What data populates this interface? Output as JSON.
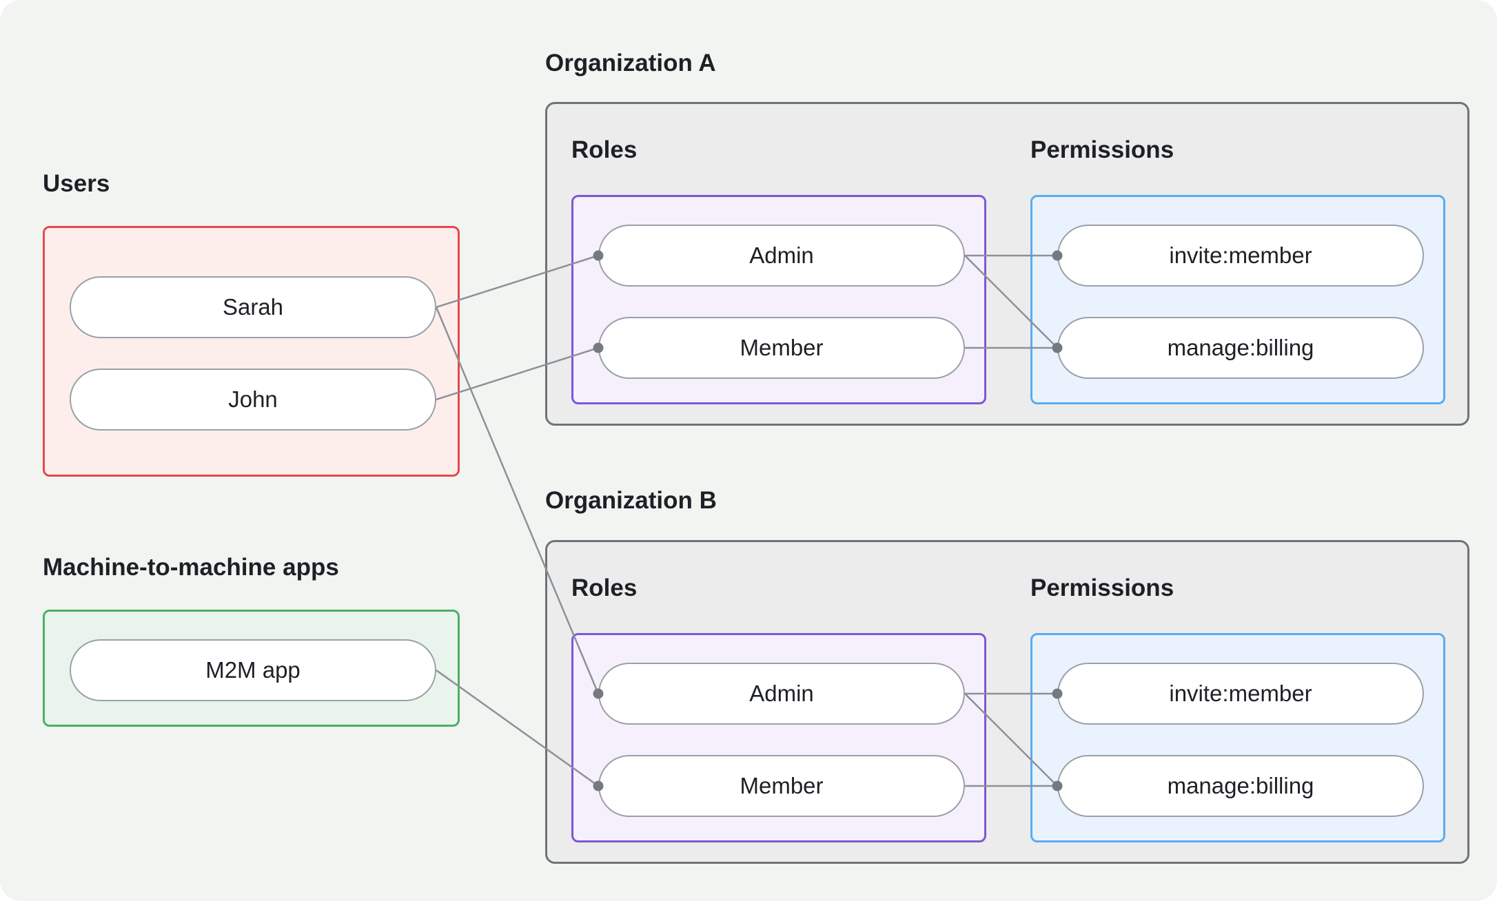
{
  "colors": {
    "background": "#f1f4f1",
    "org_box_fill": "#ececec",
    "org_box_border": "#6e7378",
    "users_fill": "#fdeeec",
    "users_border": "#e5484d",
    "m2m_fill": "#e9f5ec",
    "m2m_border": "#4caf66",
    "roles_fill": "#f5f0fc",
    "roles_border": "#7e56d8",
    "permissions_fill": "#eaf3fd",
    "permissions_border": "#5aabf3",
    "node_fill": "#ffffff",
    "node_border": "#9aa0a8",
    "edge": "#8c9197",
    "dot": "#757a82",
    "text": "#1d2025"
  },
  "groups": {
    "users": {
      "label": "Users",
      "nodes": [
        {
          "id": "sarah",
          "label": "Sarah"
        },
        {
          "id": "john",
          "label": "John"
        }
      ]
    },
    "m2m": {
      "label": "Machine-to-machine apps",
      "nodes": [
        {
          "id": "m2m-app",
          "label": "M2M app"
        }
      ]
    },
    "org_a": {
      "label": "Organization A",
      "roles": {
        "label": "Roles",
        "nodes": [
          {
            "id": "orgA-admin",
            "label": "Admin"
          },
          {
            "id": "orgA-member",
            "label": "Member"
          }
        ]
      },
      "permissions": {
        "label": "Permissions",
        "nodes": [
          {
            "id": "orgA-invite",
            "label": "invite:member"
          },
          {
            "id": "orgA-billing",
            "label": "manage:billing"
          }
        ]
      }
    },
    "org_b": {
      "label": "Organization B",
      "roles": {
        "label": "Roles",
        "nodes": [
          {
            "id": "orgB-admin",
            "label": "Admin"
          },
          {
            "id": "orgB-member",
            "label": "Member"
          }
        ]
      },
      "permissions": {
        "label": "Permissions",
        "nodes": [
          {
            "id": "orgB-invite",
            "label": "invite:member"
          },
          {
            "id": "orgB-billing",
            "label": "manage:billing"
          }
        ]
      }
    }
  },
  "edges": [
    {
      "from": "sarah",
      "to": "orgA-admin"
    },
    {
      "from": "john",
      "to": "orgA-member"
    },
    {
      "from": "sarah",
      "to": "orgB-admin"
    },
    {
      "from": "m2m-app",
      "to": "orgB-member"
    },
    {
      "from": "orgA-admin",
      "to": "orgA-invite"
    },
    {
      "from": "orgA-admin",
      "to": "orgA-billing"
    },
    {
      "from": "orgA-member",
      "to": "orgA-billing"
    },
    {
      "from": "orgB-admin",
      "to": "orgB-invite"
    },
    {
      "from": "orgB-admin",
      "to": "orgB-billing"
    },
    {
      "from": "orgB-member",
      "to": "orgB-billing"
    }
  ]
}
